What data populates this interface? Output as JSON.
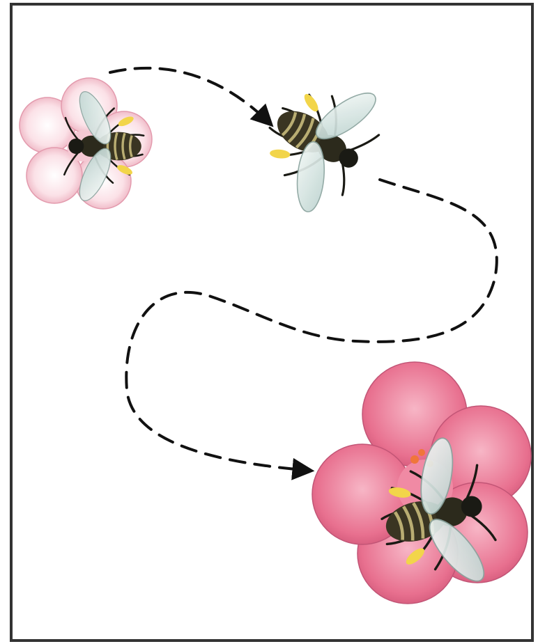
{
  "figure": {
    "subject": "bee-pollination-sequence",
    "elements": [
      {
        "id": "flower-1",
        "kind": "flower",
        "color": "#f6c6d0"
      },
      {
        "id": "bee-on-flower-1",
        "kind": "bee",
        "color": "#2c2a1c"
      },
      {
        "id": "bee-in-flight",
        "kind": "bee",
        "color": "#2c2a1c"
      },
      {
        "id": "flower-2",
        "kind": "flower",
        "color": "#e8708f"
      },
      {
        "id": "bee-on-flower-2",
        "kind": "bee",
        "color": "#2c2a1c"
      }
    ],
    "flight_path": {
      "style": "dashed",
      "color": "#111111",
      "arrowheads": 2
    },
    "frame_color": "#333333",
    "background": "#ffffff"
  }
}
